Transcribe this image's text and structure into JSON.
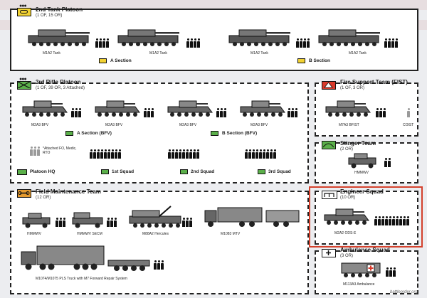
{
  "tank_platoon": {
    "title": "2nd Tank Platoon",
    "subtitle": "(1 OF, 15 OR)",
    "vehicle_label": "M1A2 Tank",
    "section_a": "A Section",
    "section_b": "B Section"
  },
  "rifle_platoon": {
    "title": "3rd Rifle Platoon",
    "subtitle": "(1 OF, 39 OR, 3 Attached)",
    "vehicle_label": "M2A3 BFV",
    "section_a": "A Section (BFV)",
    "section_b": "B Section (BFV)",
    "attached_note": "*Attached FO, Medic, RTO",
    "hq": "Platoon HQ",
    "squad1": "1st Squad",
    "squad2": "2nd Squad",
    "squad3": "3rd Squad"
  },
  "fist": {
    "title": "Fire Support Team (FIST)",
    "subtitle": "(1 OF, 3 OR)",
    "vehicle_label": "M7A3 BFIST",
    "coist": "COIST"
  },
  "stinger": {
    "title": "Stinger Team",
    "subtitle": "(2 OR)",
    "vehicle_label": "HMMWV"
  },
  "maintenance": {
    "title": "Field Maintenance Team",
    "subtitle": "(12 OR)",
    "veh1": "HMMWV",
    "veh2": "HMMWV SECM",
    "veh3": "M88A2 Hercules",
    "veh4": "M1083 MTV",
    "veh5": "M1074/M1075 PLS Truck with M7 Forward Repair System"
  },
  "engineer": {
    "title": "Engineer Squad",
    "subtitle": "(10 OR)",
    "vehicle_label": "M2A2 ODS-E"
  },
  "ambulance": {
    "title": "Ambulance Squad",
    "subtitle": "(3 OR)",
    "vehicle_label": "M113A3 Ambulance"
  },
  "watermark": "battleorder.org",
  "colors": {
    "yellow": "#f2d233",
    "green": "#5bb04a",
    "red": "#d93a2b",
    "orange": "#e59a2e",
    "highlight": "#d4412c"
  }
}
